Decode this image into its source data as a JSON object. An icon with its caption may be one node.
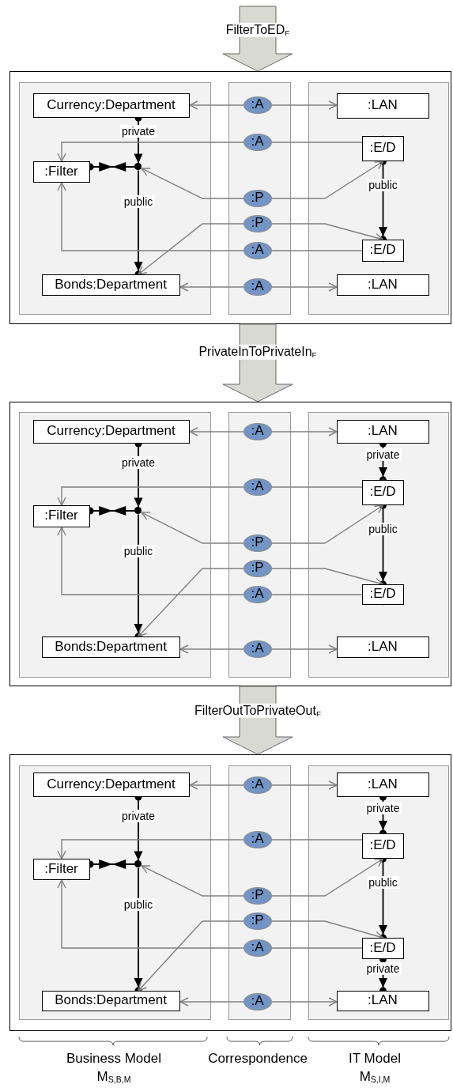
{
  "diagram": {
    "nodes": [
      {
        "text": [],
        "shape": "box"
      },
      {
        "text": [],
        "shape": "box",
        "in": 0
      },
      {
        "text": [
          "Currency:Department"
        ],
        "in": 1
      },
      {
        "text": [
          ":Filter"
        ],
        "in": 1
      },
      {
        "text": [],
        "shape": "circle",
        "in": 1
      },
      {
        "text": [
          "Bonds:Department"
        ],
        "in": 1
      },
      {
        "text": [],
        "shape": "box",
        "in": 0
      },
      {
        "text": [
          ":A"
        ],
        "in": 6
      },
      {
        "text": [
          ":A"
        ],
        "in": 6
      },
      {
        "text": [
          ":P"
        ],
        "in": 6
      },
      {
        "text": [
          ":P"
        ],
        "in": 6
      },
      {
        "text": [
          ":A"
        ],
        "in": 6
      },
      {
        "text": [
          ":A"
        ],
        "in": 6
      },
      {
        "text": [],
        "shape": "box",
        "in": 0
      },
      {
        "text": [
          ":LAN"
        ],
        "in": 13
      },
      {
        "text": [
          ":E/D"
        ],
        "in": 13
      },
      {
        "text": [
          ":E/D"
        ],
        "in": 13
      },
      {
        "text": [
          ":LAN"
        ],
        "in": 13
      },
      {
        "text": [],
        "shape": "box"
      },
      {
        "text": [],
        "shape": "box",
        "in": 18
      },
      {
        "text": [
          "Currency:Department"
        ],
        "in": 19
      },
      {
        "text": [
          ":Filter"
        ],
        "in": 19
      },
      {
        "text": [],
        "shape": "circle",
        "in": 19
      },
      {
        "text": [
          "Bonds:Department"
        ],
        "in": 19
      },
      {
        "text": [],
        "shape": "box",
        "in": 18
      },
      {
        "text": [
          ":A"
        ],
        "in": 24
      },
      {
        "text": [
          ":A"
        ],
        "in": 24
      },
      {
        "text": [
          ":P"
        ],
        "in": 24
      },
      {
        "text": [
          ":P"
        ],
        "in": 24
      },
      {
        "text": [
          ":A"
        ],
        "in": 24
      },
      {
        "text": [
          ":A"
        ],
        "in": 24
      },
      {
        "text": [],
        "shape": "box",
        "in": 18
      },
      {
        "text": [
          ":LAN"
        ],
        "in": 31
      },
      {
        "text": [
          ":E/D"
        ],
        "in": 31
      },
      {
        "text": [
          ":E/D"
        ],
        "in": 31
      },
      {
        "text": [
          ":LAN"
        ],
        "in": 31
      },
      {
        "text": [],
        "shape": "box"
      },
      {
        "text": [],
        "shape": "box",
        "in": 36
      },
      {
        "text": [
          "Currency:Department"
        ],
        "in": 37
      },
      {
        "text": [
          ":Filter"
        ],
        "in": 37
      },
      {
        "text": [],
        "shape": "circle",
        "in": 37
      },
      {
        "text": [
          "Bonds:Department"
        ],
        "in": 37
      },
      {
        "text": [],
        "shape": "box",
        "in": 36
      },
      {
        "text": [
          ":A"
        ],
        "in": 42
      },
      {
        "text": [
          ":A"
        ],
        "in": 42
      },
      {
        "text": [
          ":P"
        ],
        "in": 42
      },
      {
        "text": [
          ":P"
        ],
        "in": 42
      },
      {
        "text": [
          ":A"
        ],
        "in": 42
      },
      {
        "text": [
          ":A"
        ],
        "in": 42
      },
      {
        "text": [],
        "shape": "box",
        "in": 36
      },
      {
        "text": [
          ":LAN"
        ],
        "in": 49
      },
      {
        "text": [
          ":E/D"
        ],
        "in": 49
      },
      {
        "text": [
          ":E/D"
        ],
        "in": 49
      },
      {
        "text": [
          ":LAN"
        ],
        "in": 49
      }
    ],
    "edges": [
      {
        "from": null,
        "to": 0,
        "arrow": "to",
        "label": "FilterToED$_{F}$",
        "style": "thick",
        "color": "#d9d9d4"
      },
      {
        "from": 2,
        "to": 4,
        "arrow": "to",
        "label": "private",
        "color": "#000000"
      },
      {
        "from": 4,
        "to": 5,
        "arrow": "to",
        "label": "public",
        "color": "#000000"
      },
      {
        "from": 3,
        "to": 4,
        "arrow": "other",
        "color": "#000000"
      },
      {
        "from": 15,
        "to": 16,
        "arrow": "to",
        "label": "public",
        "color": "#000000"
      },
      {
        "from": 7,
        "to": 2,
        "arrow": "to"
      },
      {
        "from": 7,
        "to": 14,
        "arrow": "to"
      },
      {
        "from": 8,
        "to": 3,
        "arrow": "to"
      },
      {
        "from": 8,
        "to": 15,
        "arrow": "to"
      },
      {
        "from": 9,
        "to": 4,
        "arrow": "to"
      },
      {
        "from": 9,
        "to": 15,
        "arrow": "to"
      },
      {
        "from": 10,
        "to": 5,
        "arrow": "to"
      },
      {
        "from": 10,
        "to": 16,
        "arrow": "to"
      },
      {
        "from": 11,
        "to": 3,
        "arrow": "to"
      },
      {
        "from": 11,
        "to": 16,
        "arrow": "to"
      },
      {
        "from": 12,
        "to": 5,
        "arrow": "to"
      },
      {
        "from": 12,
        "to": 17,
        "arrow": "to"
      },
      {
        "from": 0,
        "to": 18,
        "arrow": "to",
        "label": "PrivateInToPrivateIn$_{F}$",
        "style": "thick",
        "color": "#d9d9d4"
      },
      {
        "from": 20,
        "to": 22,
        "arrow": "to",
        "label": "private",
        "color": "#000000"
      },
      {
        "from": 22,
        "to": 23,
        "arrow": "to",
        "label": "public",
        "color": "#000000"
      },
      {
        "from": 21,
        "to": 22,
        "arrow": "other",
        "color": "#000000"
      },
      {
        "from": 32,
        "to": 33,
        "arrow": "to",
        "label": "private",
        "color": "#000000"
      },
      {
        "from": 33,
        "to": 34,
        "arrow": "to",
        "label": "public",
        "color": "#000000"
      },
      {
        "from": 25,
        "to": 20,
        "arrow": "to"
      },
      {
        "from": 25,
        "to": 32,
        "arrow": "to"
      },
      {
        "from": 26,
        "to": 21,
        "arrow": "to"
      },
      {
        "from": 26,
        "to": 33,
        "arrow": "to"
      },
      {
        "from": 27,
        "to": 22,
        "arrow": "to"
      },
      {
        "from": 27,
        "to": 33,
        "arrow": "to"
      },
      {
        "from": 28,
        "to": 23,
        "arrow": "to"
      },
      {
        "from": 28,
        "to": 34,
        "arrow": "to"
      },
      {
        "from": 29,
        "to": 21,
        "arrow": "to"
      },
      {
        "from": 29,
        "to": 34,
        "arrow": "to"
      },
      {
        "from": 30,
        "to": 23,
        "arrow": "to"
      },
      {
        "from": 30,
        "to": 35,
        "arrow": "to"
      },
      {
        "from": 18,
        "to": 36,
        "arrow": "to",
        "label": "FilterOutToPrivateOut$_{F}$",
        "style": "thick",
        "color": "#d9d9d4"
      },
      {
        "from": 38,
        "to": 40,
        "arrow": "to",
        "label": "private",
        "color": "#000000"
      },
      {
        "from": 40,
        "to": 41,
        "arrow": "to",
        "label": "public",
        "color": "#000000"
      },
      {
        "from": 39,
        "to": 40,
        "arrow": "other",
        "color": "#000000"
      },
      {
        "from": 50,
        "to": 51,
        "arrow": "to",
        "label": "private",
        "color": "#000000"
      },
      {
        "from": 51,
        "to": 52,
        "arrow": "to",
        "label": "public",
        "color": "#000000"
      },
      {
        "from": 52,
        "to": 53,
        "arrow": "to",
        "label": "private",
        "color": "#000000"
      },
      {
        "from": 43,
        "to": 38,
        "arrow": "to"
      },
      {
        "from": 43,
        "to": 50,
        "arrow": "to"
      },
      {
        "from": 44,
        "to": 39,
        "arrow": "to"
      },
      {
        "from": 44,
        "to": 51,
        "arrow": "to"
      },
      {
        "from": 45,
        "to": 40,
        "arrow": "to"
      },
      {
        "from": 45,
        "to": 51,
        "arrow": "to"
      },
      {
        "from": 46,
        "to": 41,
        "arrow": "to"
      },
      {
        "from": 46,
        "to": 52,
        "arrow": "to"
      },
      {
        "from": 47,
        "to": 39,
        "arrow": "to"
      },
      {
        "from": 47,
        "to": 52,
        "arrow": "to"
      },
      {
        "from": 48,
        "to": 41,
        "arrow": "to"
      },
      {
        "from": 48,
        "to": 53,
        "arrow": "to"
      }
    ],
    "labels": [
      "Business Model",
      "Correspondence",
      "IT Model",
      "M$_{S,B,M}$",
      "M$_{S,I,M}$"
    ]
  }
}
